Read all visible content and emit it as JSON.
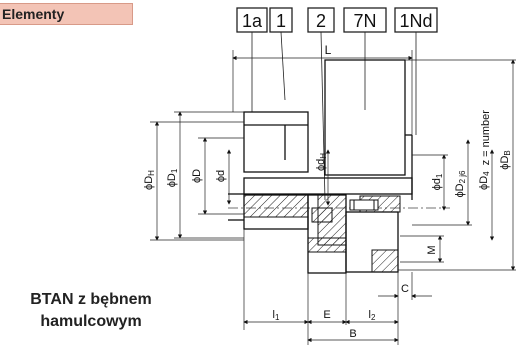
{
  "tag": {
    "label": "Elementy"
  },
  "caption": {
    "line1": "BTAN z bębnem",
    "line2": "hamulcowym"
  },
  "part_labels": [
    "1a",
    "1",
    "2",
    "7N",
    "1Nd"
  ],
  "dimensions": {
    "L": "L",
    "DH": "ϕD",
    "DH_sub": "H",
    "D1": "ϕD",
    "D1_sub": "1",
    "D": "ϕD",
    "d": "ϕd",
    "dH": "ϕd",
    "dH_sub": "H",
    "d1": "ϕd",
    "d1_sub": "1",
    "D2": "ϕD",
    "D2_sub": "2 j6",
    "D4": "ϕD",
    "D4_sub": "4",
    "z": "z = number",
    "DB": "ϕD",
    "DB_sub": "B",
    "M": "M",
    "C": "C",
    "l1": "l",
    "l1_sub": "1",
    "E": "E",
    "l2": "l",
    "l2_sub": "2",
    "B": "B"
  }
}
